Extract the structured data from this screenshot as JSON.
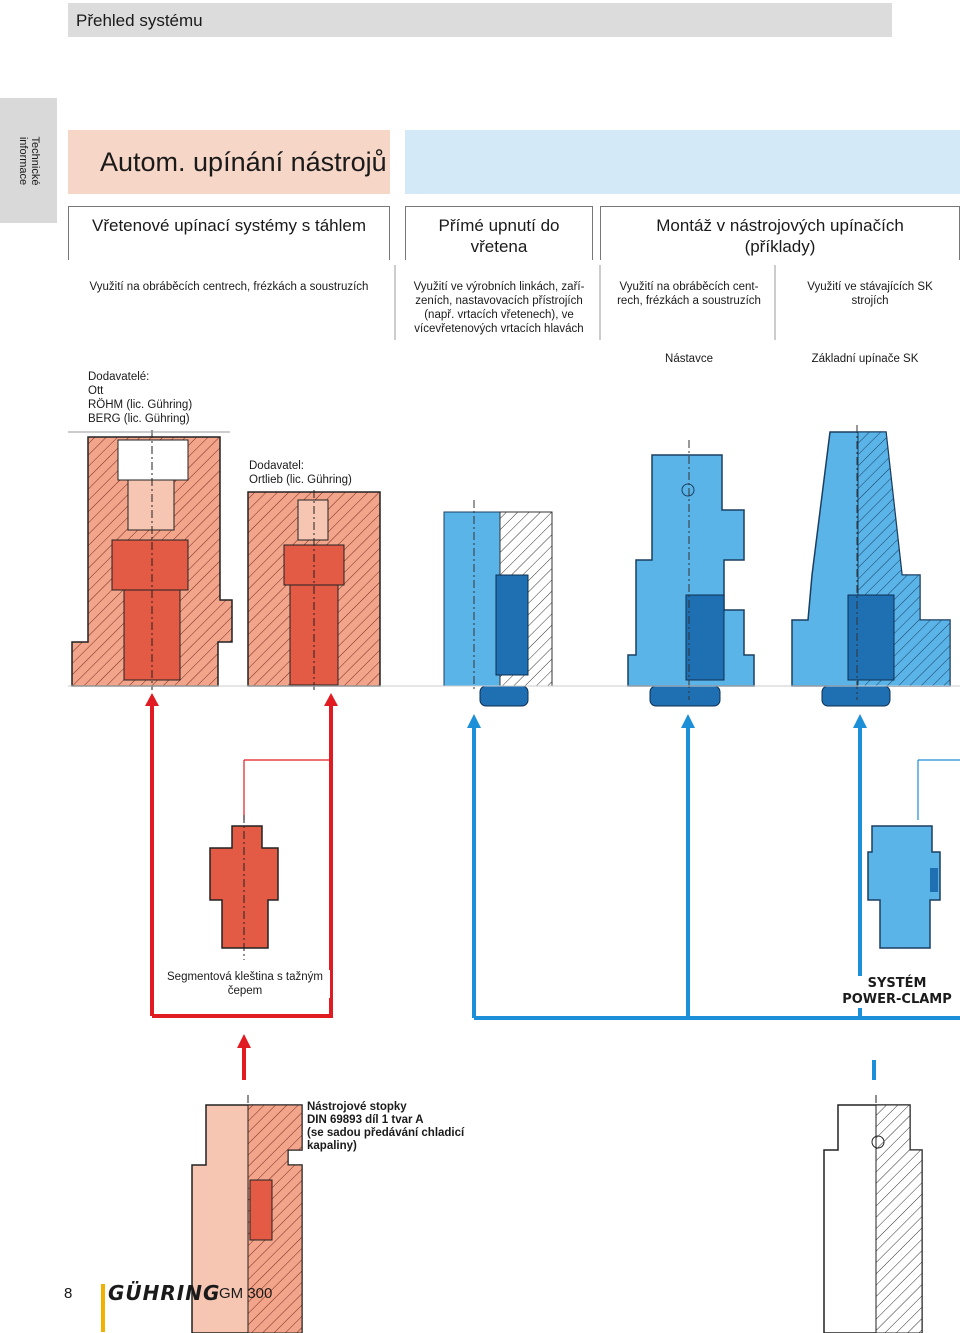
{
  "header": {
    "title": "Přehled systému"
  },
  "side_tab": {
    "line1": "Technické",
    "line2": "informace"
  },
  "section": {
    "title": "Autom. upínání nástrojů"
  },
  "captions": {
    "spindle": "Vřetenové upínací systémy s táhlem",
    "direct_line1": "Přímé upnutí do",
    "direct_line2": "vřetena",
    "mount_line1": "Montáž v nástrojových upínačích",
    "mount_line2": "(příklady)"
  },
  "uses": {
    "spindle": "Využití na obráběcích centrech, frézkách a soustruzích",
    "direct_l1": "Využití ve výrobních linkách, zaří-",
    "direct_l2": "zeních, nastavovacích přístrojích",
    "direct_l3": "(např. vrtacích vřetenech), ve",
    "direct_l4": "vícevřetenových vrtacích hlavách",
    "mount_a_l1": "Využití na obráběcích cent-",
    "mount_a_l2": "rech, frézkách a soustruzích",
    "mount_b_l1": "Využití ve stávajících SK",
    "mount_b_l2": "strojích"
  },
  "labels": {
    "nastavce": "Nástavce",
    "zakladni": "Základní upínače SK",
    "suppliers_l1": "Dodavatelé:",
    "suppliers_l2": "Ott",
    "suppliers_l3": "RÖHM (lic. Gühring)",
    "suppliers_l4": "BERG (lic. Gühring)",
    "supplier_l1": "Dodavatel:",
    "supplier_l2": "Ortlieb (lic. Gühring)",
    "collet_l1": "Segmentová kleština s tažným",
    "collet_l2": "čepem",
    "system_l1": "SYSTÉM",
    "system_l2": "POWER-CLAMP",
    "shank_l1": "Nástrojové stopky",
    "shank_l2": "DIN 69893 díl 1 tvar A",
    "shank_l3": "(se sadou předávání chladicí",
    "shank_l4": "kapaliny)"
  },
  "footer": {
    "page": "8",
    "logo": "GÜHRING",
    "code": "GM 300"
  },
  "colors": {
    "red": "#e11b22",
    "blue": "#1b8fd8",
    "salmon": "#f2a58a",
    "salmon_light": "#f6c6b3",
    "tool_red": "#e35a45",
    "tool_blue": "#5ab4e8",
    "tool_blue_dark": "#1f6fb3"
  }
}
